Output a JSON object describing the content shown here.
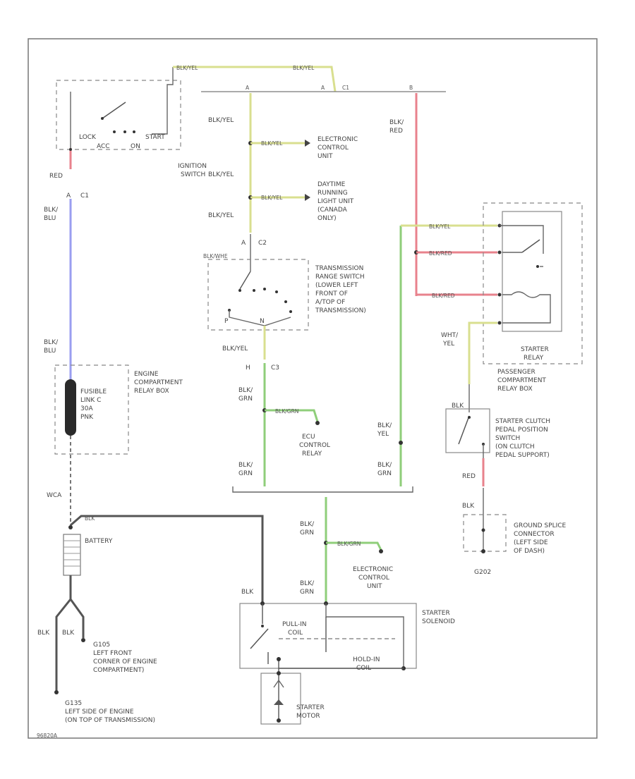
{
  "colors": {
    "red": "#e8828c",
    "yellow": "#d9df8f",
    "blue": "#9a9ef0",
    "green": "#8fce7a",
    "black": "#666666"
  },
  "ignition": {
    "lock": "LOCK",
    "acc": "ACC",
    "on": "ON",
    "start": "START",
    "title": [
      "IGNITION",
      "SWITCH"
    ],
    "wire_top_1": "BLK/YEL",
    "wire_top_2": "BLK/YEL",
    "out_red": "RED",
    "conn_a": "A",
    "conn_c1": "C1"
  },
  "left": {
    "blk_blu_1": [
      "BLK/",
      "BLU"
    ],
    "blk_blu_2": [
      "BLK/",
      "BLU"
    ],
    "fuse": [
      "FUSIBLE",
      "LINK C",
      "30A",
      "PNK"
    ],
    "box": [
      "ENGINE",
      "COMPARTMENT",
      "RELAY BOX"
    ],
    "wca": "WCA",
    "blk": "BLK",
    "battery": "BATTERY",
    "blk_a": "BLK",
    "blk_b": "BLK",
    "g1": [
      "G105",
      "LEFT FRONT",
      "CORNER OF ENGINE",
      "COMPARTMENT)"
    ],
    "g2": [
      "G135",
      "LEFT SIDE OF ENGINE",
      "(ON TOP OF TRANSMISSION)"
    ]
  },
  "center": {
    "bus_c1": "C1",
    "bus_a": "A",
    "bus_a2": "A",
    "bus_b": "B",
    "blk_yel": "BLK/YEL",
    "ecu_wire": "BLK/YEL",
    "ecu": [
      "ELECTRONIC",
      "CONTROL",
      "UNIT"
    ],
    "drl_wire": "BLK/YEL",
    "drl": [
      "DAYTIME",
      "RUNNING",
      "LIGHT UNIT",
      "(CANADA",
      "ONLY)"
    ],
    "c2_a": "A",
    "c2": "C2",
    "blk_whe": "BLK/WHE",
    "trs": [
      "TRANSMISSION",
      "RANGE SWITCH",
      "(LOWER LEFT",
      "FRONT OF",
      "A/TOP OF",
      "TRANSMISSION)"
    ],
    "p": "P",
    "n": "N",
    "blk_yel_2": "BLK/YEL",
    "c3_a": "H",
    "c3": "C3",
    "blk_grn_1": [
      "BLK/",
      "GRN"
    ],
    "ecu_relay_wire": "BLK/GRN",
    "ecu_relay": [
      "ECU",
      "CONTROL",
      "RELAY"
    ],
    "blk_grn_2": [
      "BLK/",
      "GRN"
    ],
    "blk_yel_3": [
      "BLK/",
      "YEL"
    ],
    "blk_grn_3": [
      "BLK/",
      "GRN"
    ],
    "blk_grn_4": [
      "BLK/",
      "GRN"
    ],
    "ecu2_wire": "BLK/GRN",
    "ecu2": [
      "ELECTRONIC",
      "CONTROL",
      "UNIT"
    ],
    "blk_grn_5": [
      "BLK/",
      "GRN"
    ],
    "blk": "BLK"
  },
  "right": {
    "blk_red": [
      "BLK/",
      "RED"
    ],
    "r1": "BLK/YEL",
    "r2": "BLK/RED",
    "r3": "BLK/RED",
    "relay": [
      "STARTER",
      "RELAY"
    ],
    "relay_box": [
      "PASSENGER",
      "COMPARTMENT",
      "RELAY BOX"
    ],
    "wht_yel": [
      "WHT/",
      "YEL"
    ],
    "blk_sw": "BLK",
    "clutch": [
      "STARTER CLUTCH",
      "PEDAL POSITION",
      "SWITCH",
      "(ON CLUTCH",
      "PEDAL SUPPORT)"
    ],
    "red": "RED",
    "blk": "BLK",
    "gsc": [
      "GROUND SPLICE",
      "CONNECTOR",
      "(LEFT SIDE",
      "OF DASH)"
    ],
    "g": "G202"
  },
  "starter": {
    "pullin": "PULL-IN",
    "coil": "COIL",
    "holdin": "HOLD-IN",
    "coil2": "COIL",
    "solenoid": [
      "STARTER",
      "SOLENOID"
    ],
    "motor": [
      "STARTER",
      "MOTOR"
    ]
  },
  "footer": "96820A"
}
